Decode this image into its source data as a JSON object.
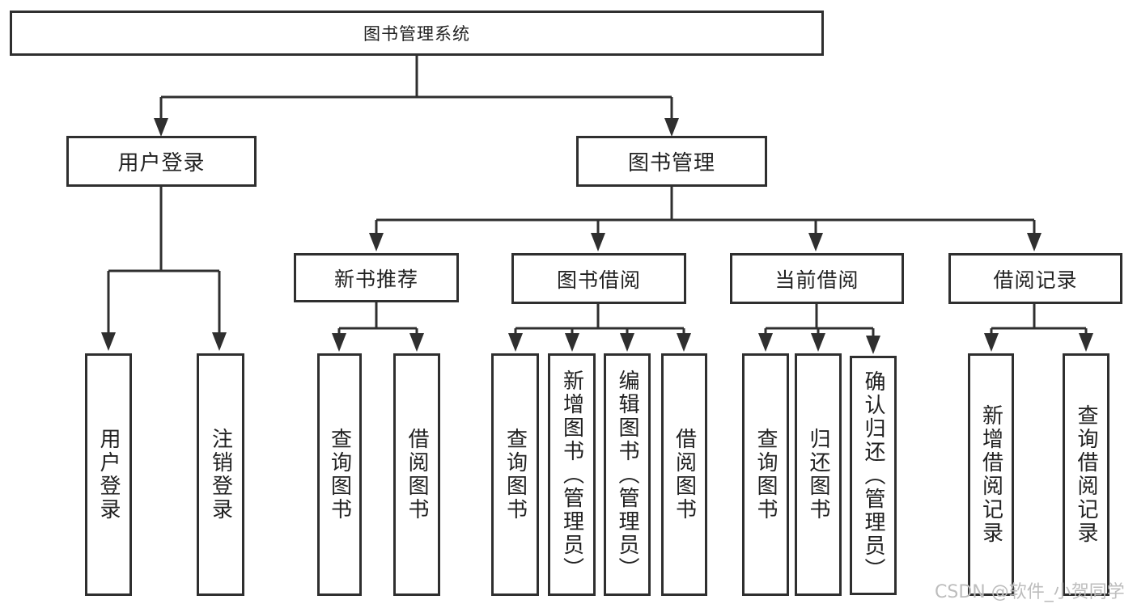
{
  "tree": {
    "label": "图书管理系统",
    "children": [
      {
        "label": "用户登录",
        "children": [
          {
            "label": "用户登录"
          },
          {
            "label": "注销登录"
          }
        ]
      },
      {
        "label": "图书管理",
        "children": [
          {
            "label": "新书推荐",
            "children": [
              {
                "label": "查询图书"
              },
              {
                "label": "借阅图书"
              }
            ]
          },
          {
            "label": "图书借阅",
            "children": [
              {
                "label": "查询图书"
              },
              {
                "label": "新增图书（管理员）"
              },
              {
                "label": "编辑图书（管理员）"
              },
              {
                "label": "借阅图书"
              }
            ]
          },
          {
            "label": "当前借阅",
            "children": [
              {
                "label": "查询图书"
              },
              {
                "label": "归还图书"
              },
              {
                "label": "确认归还（管理员）"
              }
            ]
          },
          {
            "label": "借阅记录",
            "children": [
              {
                "label": "新增借阅记录"
              },
              {
                "label": "查询借阅记录"
              }
            ]
          }
        ]
      }
    ]
  },
  "watermark": {
    "text": "CSDN @软件_小贺同学"
  },
  "colors": {
    "line": "#2f2f2f",
    "text": "#212121",
    "watermark": "#bdbdbd",
    "background": "#ffffff"
  }
}
